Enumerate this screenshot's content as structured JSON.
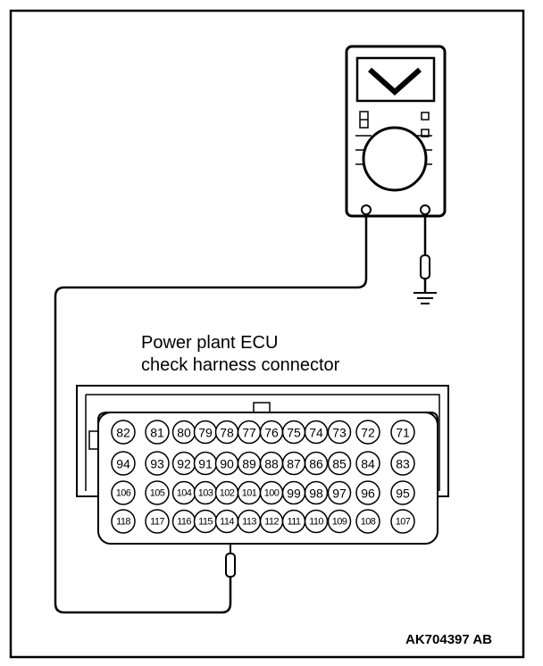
{
  "connector": {
    "label_line1": "Power plant ECU",
    "label_line2": "check harness connector",
    "probed_pin": "114",
    "rows": [
      [
        "82",
        "81",
        "80",
        "79",
        "78",
        "77",
        "76",
        "75",
        "74",
        "73",
        "72",
        "71"
      ],
      [
        "94",
        "93",
        "92",
        "91",
        "90",
        "89",
        "88",
        "87",
        "86",
        "85",
        "84",
        "83"
      ],
      [
        "106",
        "105",
        "104",
        "103",
        "102",
        "101",
        "100",
        "99",
        "98",
        "97",
        "96",
        "95"
      ],
      [
        "118",
        "117",
        "116",
        "115",
        "114",
        "113",
        "112",
        "111",
        "110",
        "109",
        "108",
        "107"
      ]
    ]
  },
  "meter": {
    "display_symbol": "V",
    "negative_lead": "ground"
  },
  "figure_id": "AK704397 AB"
}
